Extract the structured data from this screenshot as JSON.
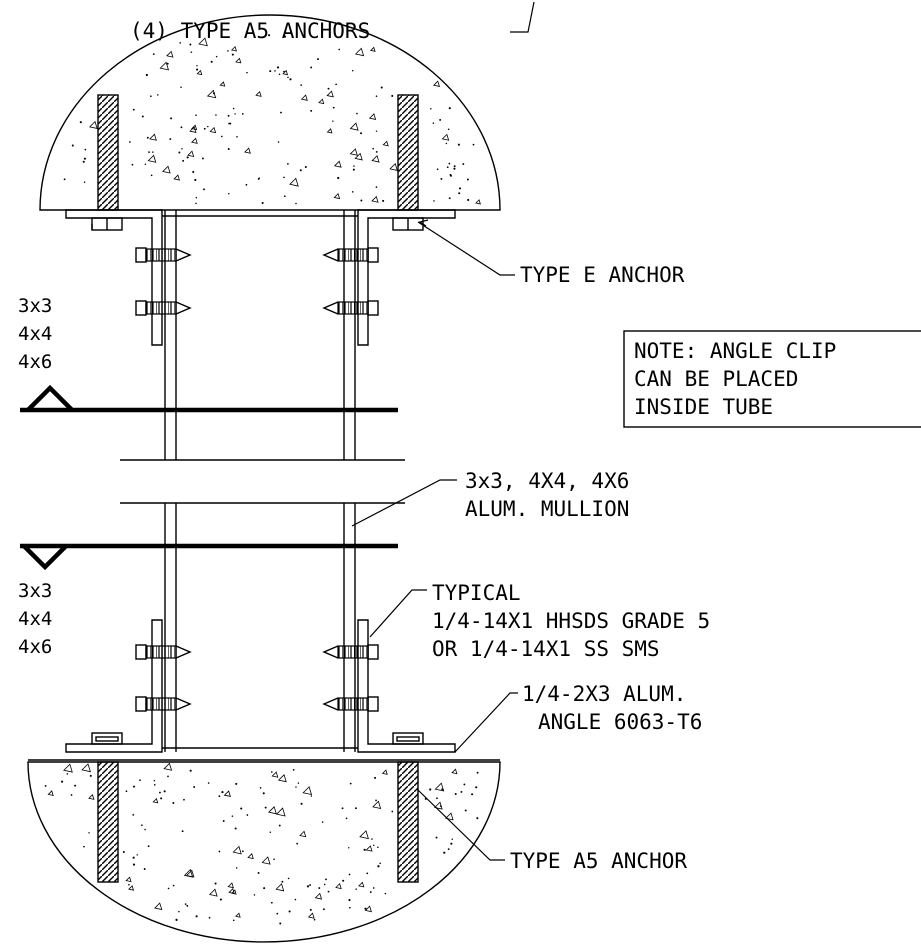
{
  "labels": {
    "top_anchors": "(4) TYPE A5 ANCHORS",
    "type_e_anchor": "TYPE E ANCHOR",
    "note": [
      "NOTE: ANGLE CLIP",
      "CAN BE PLACED",
      "INSIDE TUBE"
    ],
    "mullion": [
      "3x3, 4X4, 4X6",
      "ALUM. MULLION"
    ],
    "typical": [
      "TYPICAL",
      "1/4-14X1 HHSDS GRADE 5",
      "OR 1/4-14X1 SS SMS"
    ],
    "angle": [
      "1/4-2X3 ALUM.",
      "ANGLE 6063-T6"
    ],
    "bottom_anchor": "TYPE A5 ANCHOR",
    "sizes_upper": [
      "3x3",
      "4x4",
      "4x6"
    ],
    "sizes_lower": [
      "3x3",
      "4x4",
      "4x6"
    ]
  }
}
